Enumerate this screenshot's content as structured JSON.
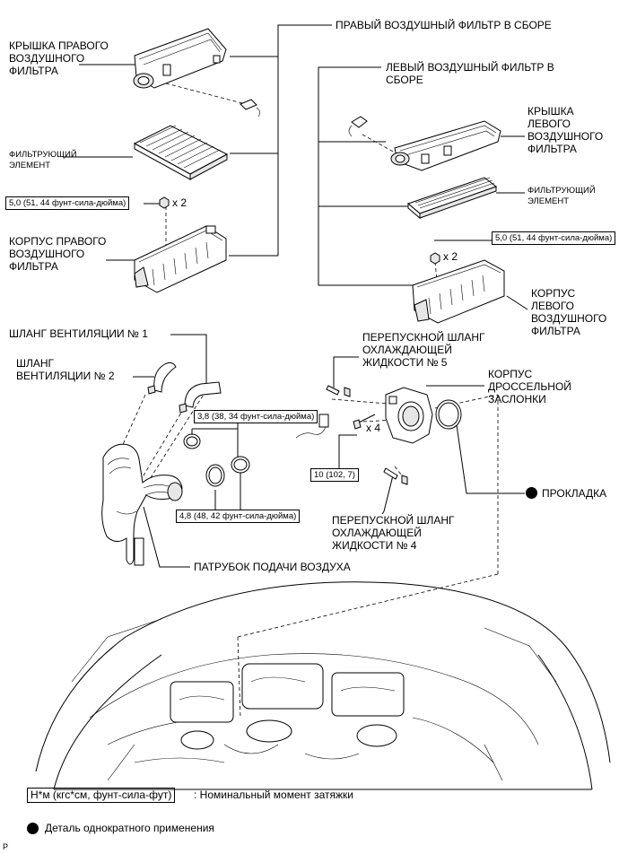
{
  "labels": {
    "right_cleaner_assembly": "ПРАВЫЙ ВОЗДУШНЫЙ ФИЛЬТР В СБОРЕ",
    "right_cleaner_cap": "КРЫШКА ПРАВОГО\nВОЗДУШНОГО\nФИЛЬТРА",
    "right_filter_element": "ФИЛЬТРУЮЩИЙ\nЭЛЕМЕНТ",
    "right_cleaner_case": "КОРПУС ПРАВОГО\nВОЗДУШНОГО\nФИЛЬТРА",
    "left_cleaner_assembly": "ЛЕВЫЙ ВОЗДУШНЫЙ ФИЛЬТР В\nСБОРЕ",
    "left_cleaner_cap": "КРЫШКА\nЛЕВОГО\nВОЗДУШНОГО\nФИЛЬТРА",
    "left_filter_element": "ФИЛЬТРУЮЩИЙ\nЭЛЕМЕНТ",
    "left_cleaner_case": "КОРПУС\nЛЕВОГО\nВОЗДУШНОГО\nФИЛЬТРА",
    "vent_hose_1": "ШЛАНГ ВЕНТИЛЯЦИИ № 1",
    "vent_hose_2": "ШЛАНГ\nВЕНТИЛЯЦИИ № 2",
    "bypass_hose_5": "ПЕРЕПУСКНОЙ ШЛАНГ\nОХЛАЖДАЮЩЕЙ\nЖИДКОСТИ № 5",
    "throttle_body": "КОРПУС\nДРОССЕЛЬНОЙ\nЗАСЛОНКИ",
    "gasket": "ПРОКЛАДКА",
    "bypass_hose_4": "ПЕРЕПУСКНОЙ ШЛАНГ\nОХЛАЖДАЮЩЕЙ\nЖИДКОСТИ № 4",
    "intake_pipe": "ПАТРУБОК ПОДАЧИ ВОЗДУХА"
  },
  "torques": {
    "right_case": "5,0 (51, 44 фунт-сила-дюйма)",
    "left_case": "5,0 (51, 44 фунт-сила-дюйма)",
    "hose_clamp": "3,8 (38, 34 фунт-сила-дюйма)",
    "throttle_bolt": "10 (102, 7)",
    "pipe_clamp": "4,8 (48, 42 фунт-сила-дюйма)"
  },
  "multipliers": {
    "right_case": "x 2",
    "left_case": "x 2",
    "throttle_bolt": "x 4"
  },
  "legend": {
    "torque_unit": "Н*м (кгс*см, фунт-сила-фут)",
    "torque_desc": ": Номинальный момент затяжки",
    "non_reusable": "Деталь однократного применения"
  },
  "footer_code": "P"
}
